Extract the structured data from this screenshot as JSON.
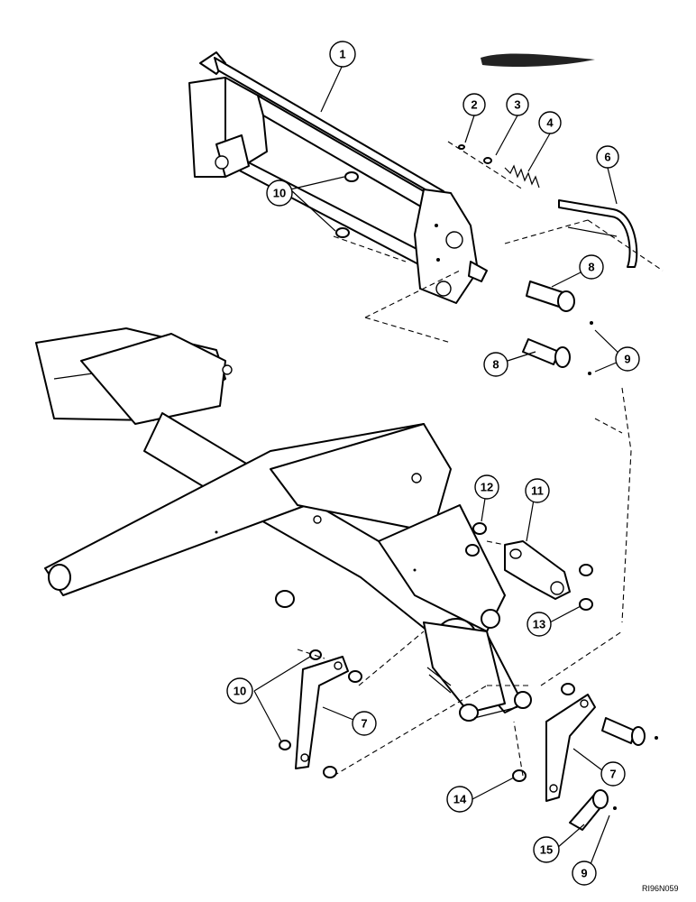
{
  "callouts": {
    "c1": "1",
    "c2": "2",
    "c3": "3",
    "c4": "4",
    "c6": "6",
    "c8a": "8",
    "c8b": "8",
    "c9a": "9",
    "c10a": "10",
    "c11": "11",
    "c12": "12",
    "c13": "13",
    "c10b": "10",
    "c7a": "7",
    "c7b": "7",
    "c14": "14",
    "c15": "15",
    "c9b": "9"
  },
  "reference_code": "RI96N059",
  "colors": {
    "line": "#000000",
    "background": "#ffffff"
  }
}
